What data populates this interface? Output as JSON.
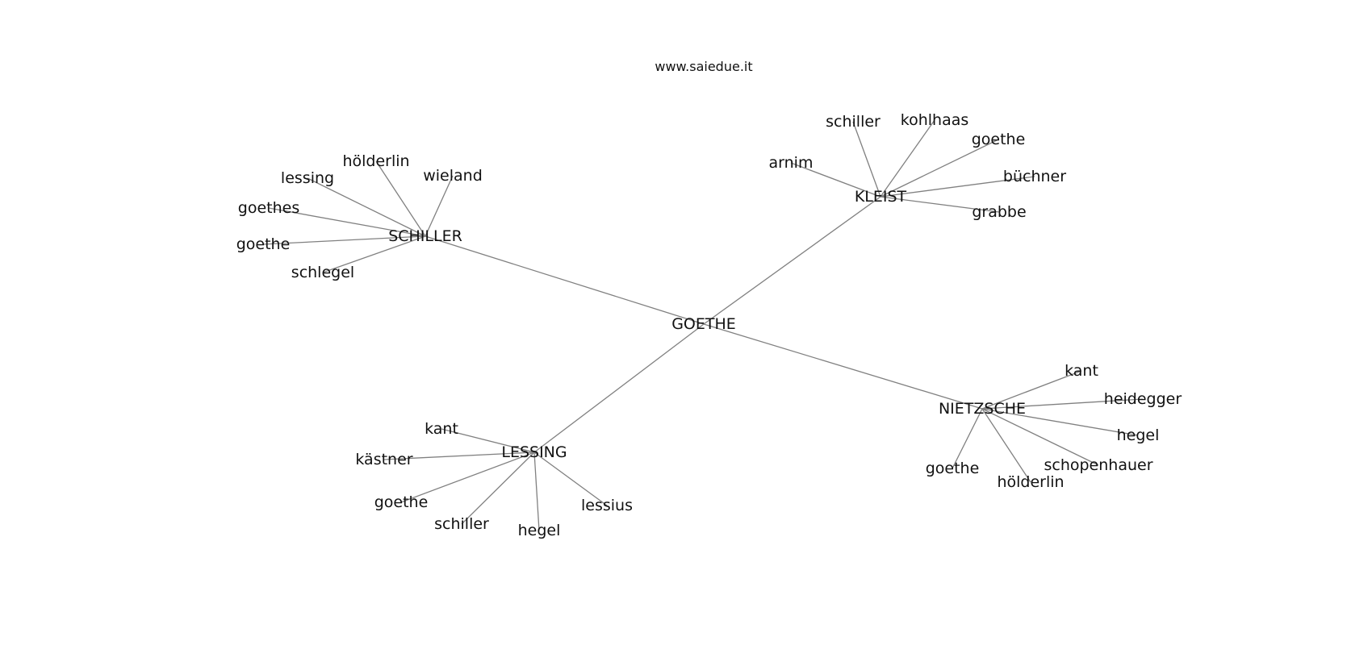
{
  "site": "www.saiedue.it",
  "graph": {
    "center": "GOETHE",
    "hubs": [
      {
        "id": "schiller",
        "label": "SCHILLER",
        "leaves": [
          "hölderlin",
          "wieland",
          "lessing",
          "goethes",
          "goethe",
          "schlegel"
        ]
      },
      {
        "id": "kleist",
        "label": "KLEIST",
        "leaves": [
          "schiller",
          "kohlhaas",
          "arnim",
          "goethe",
          "büchner",
          "grabbe"
        ]
      },
      {
        "id": "lessing",
        "label": "LESSING",
        "leaves": [
          "kant",
          "kästner",
          "goethe",
          "schiller",
          "hegel",
          "lessius"
        ]
      },
      {
        "id": "nietzsche",
        "label": "NIETZSCHE",
        "leaves": [
          "kant",
          "heidegger",
          "hegel",
          "schopenhauer",
          "goethe",
          "hölderlin"
        ]
      }
    ]
  }
}
